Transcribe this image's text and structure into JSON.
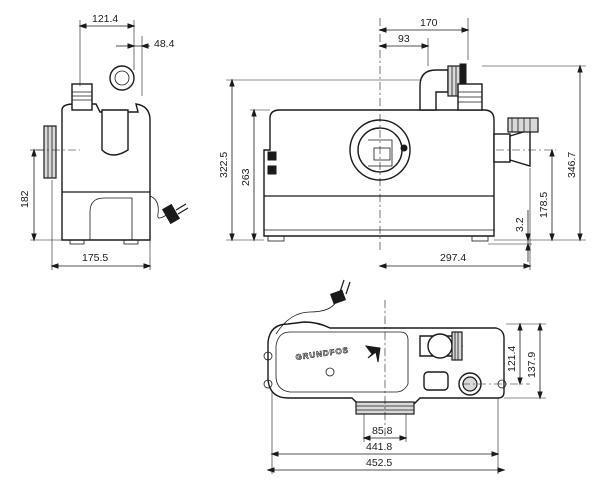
{
  "dimensions": {
    "side_top_width": "121.4",
    "side_pipe": "48.4",
    "side_inlet_height": "182",
    "side_depth": "175.5",
    "front_top_offset": "170",
    "front_pipe_offset": "93",
    "front_height": "322.5",
    "front_body_height": "263",
    "front_total_height": "346.7",
    "front_outlet_height": "178.5",
    "front_foot": "3.2",
    "front_width": "297.4",
    "top_outlet_dia": "85.8",
    "top_length": "441.8",
    "top_total_length": "452.5",
    "top_width_inner": "121.4",
    "top_width_outer": "137.9"
  },
  "brand": {
    "name": "GRUNDFOS"
  }
}
